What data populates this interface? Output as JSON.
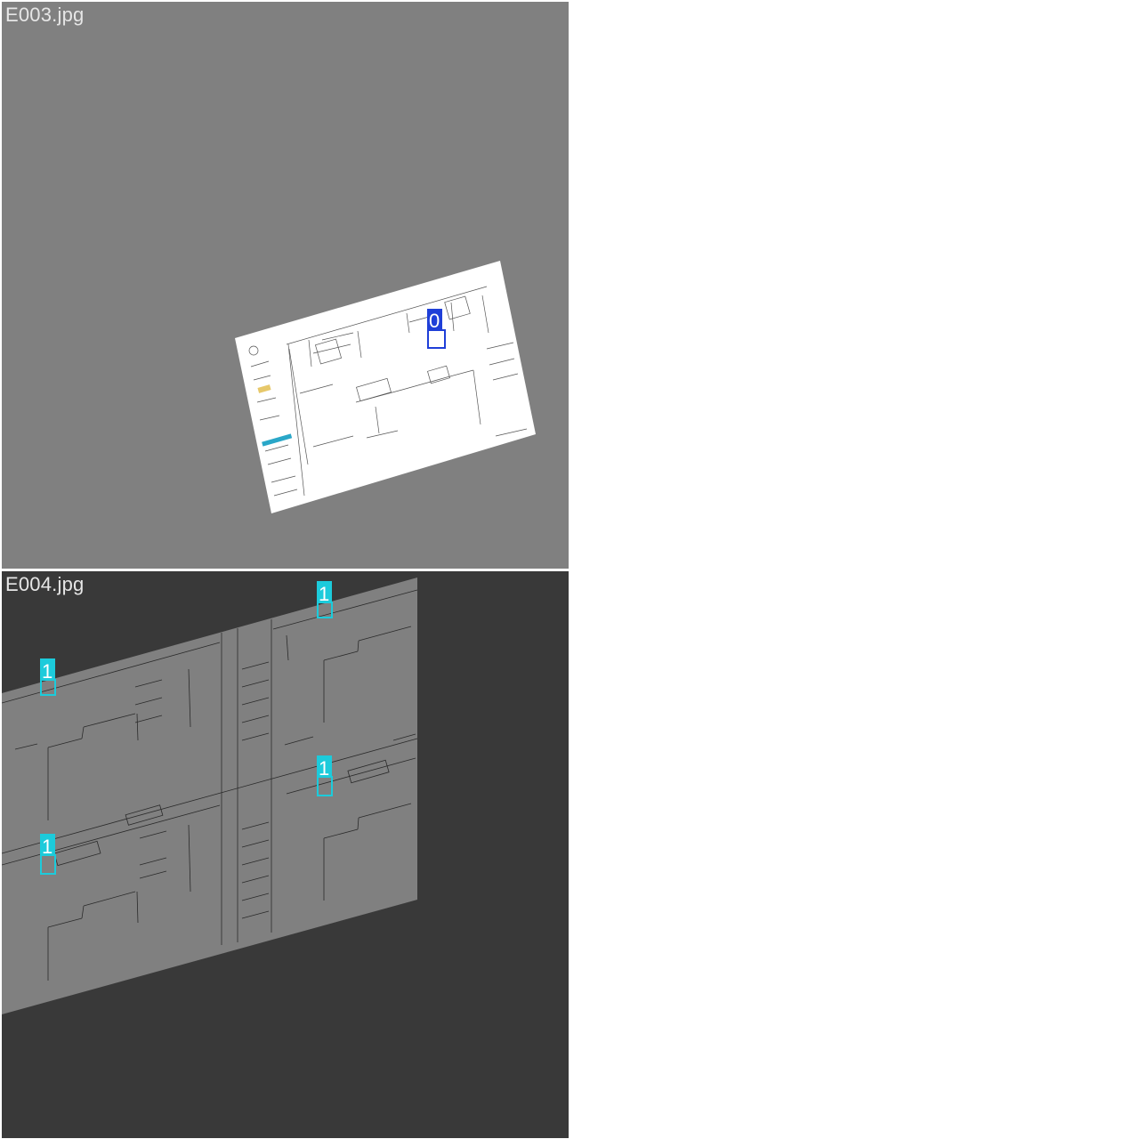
{
  "panels": [
    {
      "filename": "E003.jpg",
      "background": "#808080",
      "detections": [
        {
          "label": "0",
          "color": "#1f3fd8"
        }
      ]
    },
    {
      "filename": "E004.jpg",
      "background": "#393939",
      "detections": [
        {
          "label": "1",
          "color": "#1ccbdb"
        },
        {
          "label": "1",
          "color": "#1ccbdb"
        },
        {
          "label": "1",
          "color": "#1ccbdb"
        },
        {
          "label": "1",
          "color": "#1ccbdb"
        }
      ]
    }
  ]
}
